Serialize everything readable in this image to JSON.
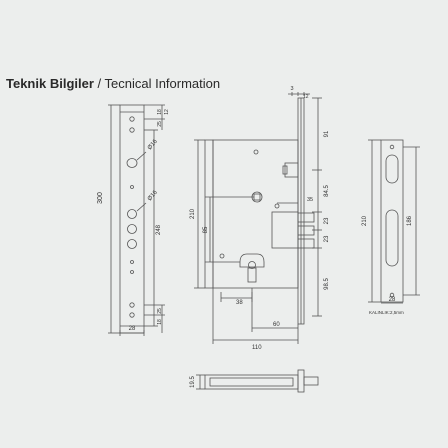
{
  "header": {
    "title_tr": "Teknik Bilgiler",
    "separator": " / ",
    "title_en": "Tecnical Information"
  },
  "front_plate": {
    "dims": {
      "total_height": "300",
      "lower_height": "248",
      "top_a": "18",
      "top_b": "25",
      "top_c": "12",
      "bottom_a": "25",
      "bottom_b": "18",
      "width": "28",
      "hole_a": "Ø16",
      "hole_b": "Ø16"
    }
  },
  "lock_body": {
    "dims": {
      "top_offset_a": "3",
      "top_offset_b": "12",
      "faceplate_top": "91",
      "latch_to_bolt": "84.5",
      "bolt_a": "23",
      "bolt_b": "23",
      "cylinder_to_bottom": "98.5",
      "bolt_depth": "35",
      "backset": "38",
      "body_depth": "60",
      "overall_depth": "110",
      "body_height": "210",
      "handle_to_cylinder": "85"
    }
  },
  "strike_plate": {
    "dims": {
      "height": "210",
      "inner_height": "186",
      "width": "28"
    },
    "thickness_label": "KALINLIK:2,5mm"
  },
  "bottom_view": {
    "dims": {
      "thickness": "19.5"
    }
  }
}
